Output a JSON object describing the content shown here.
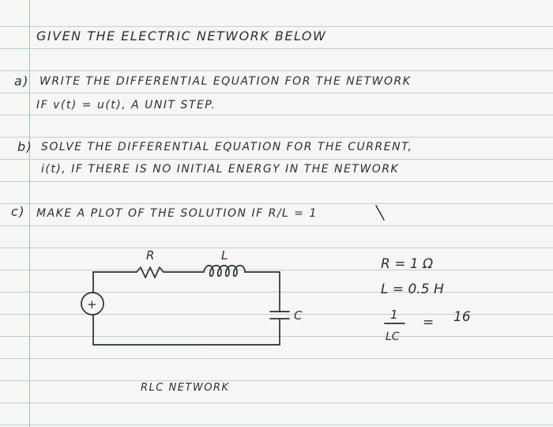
{
  "problem": {
    "intro": "GIVEN THE ELECTRIC NETWORK BELOW",
    "part_a": {
      "label": "a)",
      "line1": "WRITE THE DIFFERENTIAL EQUATION FOR THE NETWORK",
      "line2": "IF v(t) = u(t), A UNIT STEP."
    },
    "part_b": {
      "label": "b)",
      "line1": "SOLVE THE DIFFERENTIAL EQUATION FOR THE CURRENT,",
      "line2": "i(t), IF THERE IS NO INITIAL ENERGY IN THE NETWORK"
    },
    "part_c": {
      "label": "c)",
      "line1": "MAKE A PLOT OF THE SOLUTION IF R/L = 1"
    }
  },
  "circuit": {
    "resistor_label": "R",
    "inductor_label": "L",
    "capacitor_label": "C",
    "source_symbol": "+",
    "caption": "RLC NETWORK"
  },
  "values": {
    "r": "R = 1 Ω",
    "l": "L = 0.5 H",
    "lc_numerator": "1",
    "lc_denominator": "LC",
    "lc_equals": "=",
    "lc_value": "16"
  },
  "colors": {
    "ink": "#2b3034",
    "margin_line": "#e4a7a6",
    "rule_line": "#b9d0e0",
    "paper": "#f6f6f4"
  }
}
